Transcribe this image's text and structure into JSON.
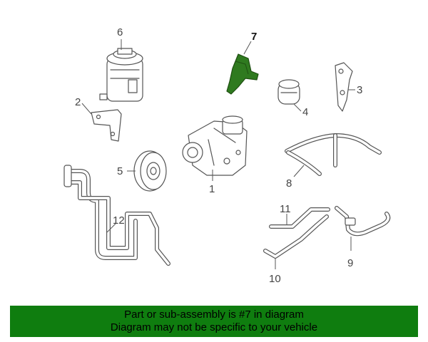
{
  "diagram": {
    "callouts": {
      "1": "1",
      "2": "2",
      "3": "3",
      "4": "4",
      "5": "5",
      "6": "6",
      "7": "7",
      "8": "8",
      "9": "9",
      "10": "10",
      "11": "11",
      "12": "12"
    },
    "highlight_color": "#2f7a1f"
  },
  "banner": {
    "line1": "Part or sub-assembly is #7 in diagram",
    "line2": "Diagram may not be specific to your vehicle",
    "background": "#0f7d0f"
  }
}
